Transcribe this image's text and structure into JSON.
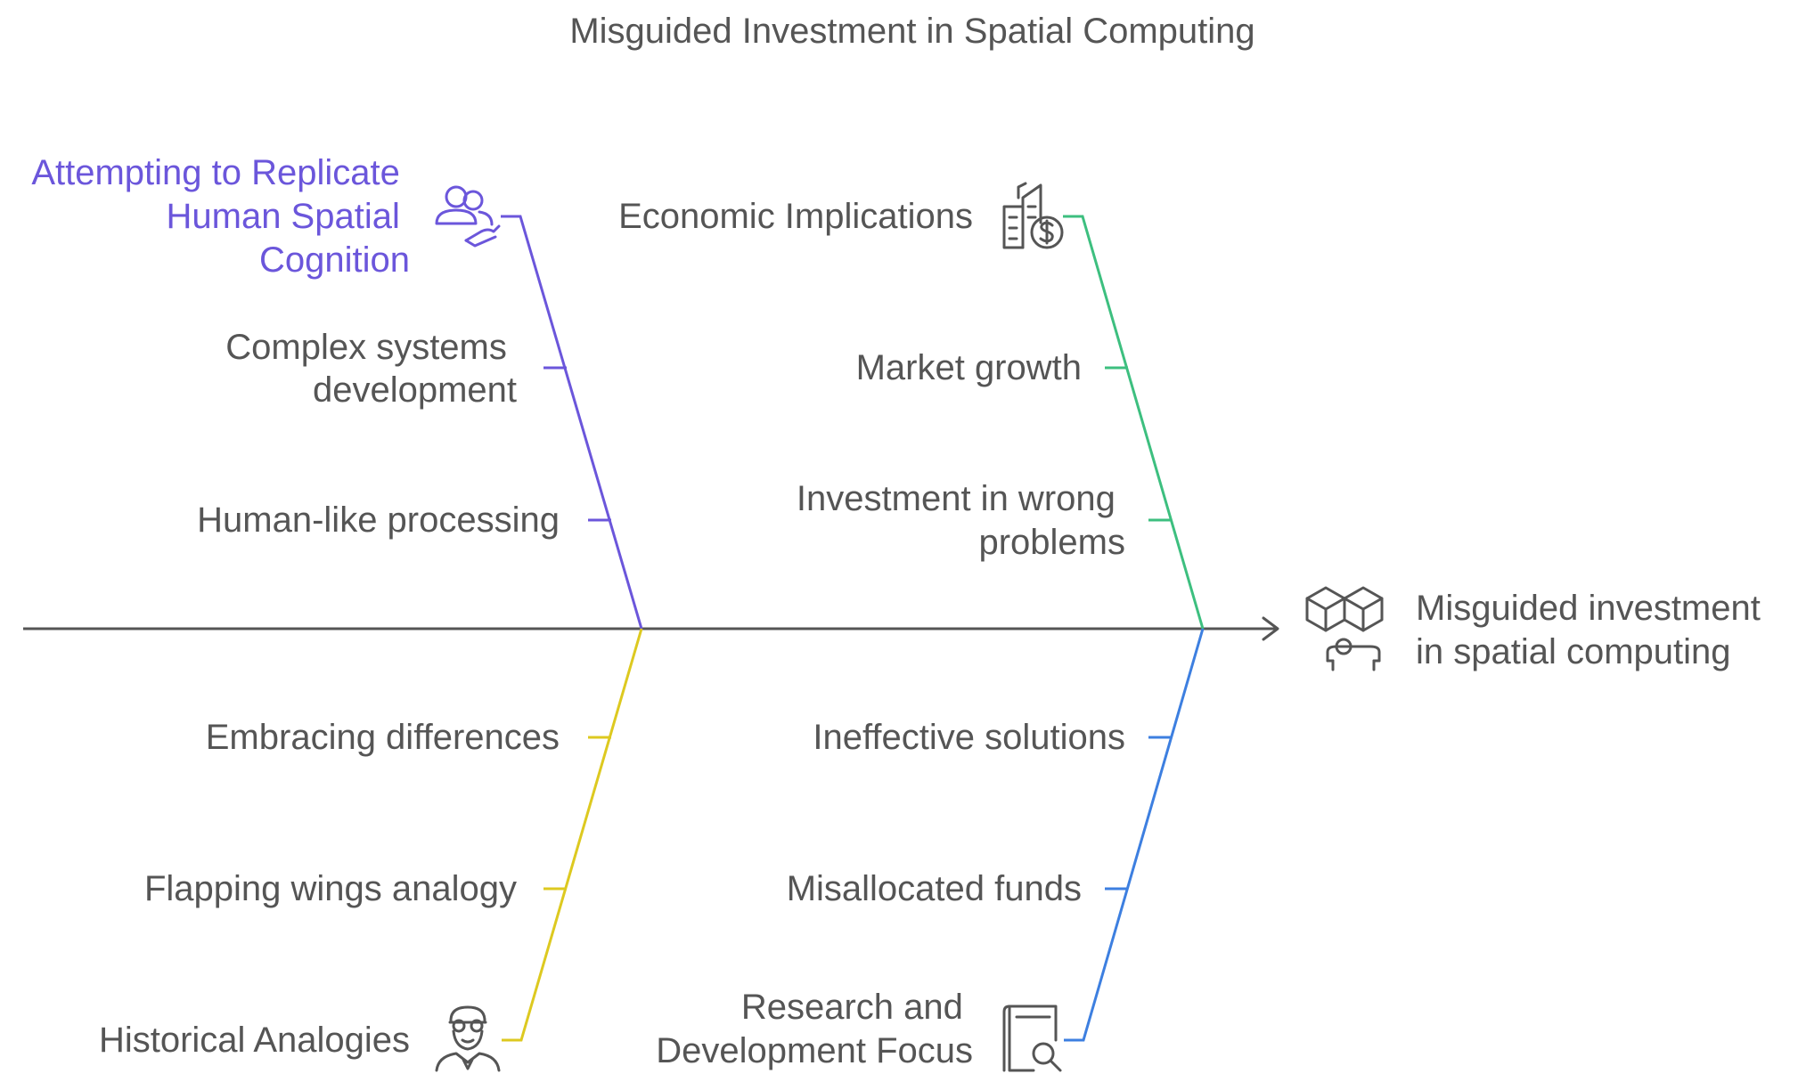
{
  "title": "Misguided Investment in Spatial Computing",
  "effect": {
    "lines": [
      "Misguided investment",
      "in spatial computing"
    ],
    "icon": "blocks-and-headset-icon"
  },
  "categories": [
    {
      "id": "replicate",
      "label_lines": [
        "Attempting to Replicate",
        "Human Spatial",
        "Cognition"
      ],
      "icon": "people-hand-icon",
      "color": "#6b56db",
      "label_color": "#6b56db",
      "causes": [
        {
          "lines": [
            "Complex systems",
            "development"
          ]
        },
        {
          "lines": [
            "Human-like processing"
          ]
        }
      ]
    },
    {
      "id": "economic",
      "label_lines": [
        "Economic Implications"
      ],
      "icon": "building-dollar-icon",
      "color": "#3dbf7f",
      "label_color": "#555555",
      "causes": [
        {
          "lines": [
            "Market growth"
          ]
        },
        {
          "lines": [
            "Investment in wrong",
            "problems"
          ]
        }
      ]
    },
    {
      "id": "historical",
      "label_lines": [
        "Historical Analogies"
      ],
      "icon": "aviator-icon",
      "color": "#ddc920",
      "label_color": "#555555",
      "causes": [
        {
          "lines": [
            "Embracing differences"
          ]
        },
        {
          "lines": [
            "Flapping wings analogy"
          ]
        }
      ]
    },
    {
      "id": "research",
      "label_lines": [
        "Research and",
        "Development Focus"
      ],
      "icon": "book-search-icon",
      "color": "#3d7fe0",
      "label_color": "#555555",
      "causes": [
        {
          "lines": [
            "Ineffective solutions"
          ]
        },
        {
          "lines": [
            "Misallocated funds"
          ]
        }
      ]
    }
  ],
  "colors": {
    "spine": "#555555",
    "text": "#555555"
  }
}
